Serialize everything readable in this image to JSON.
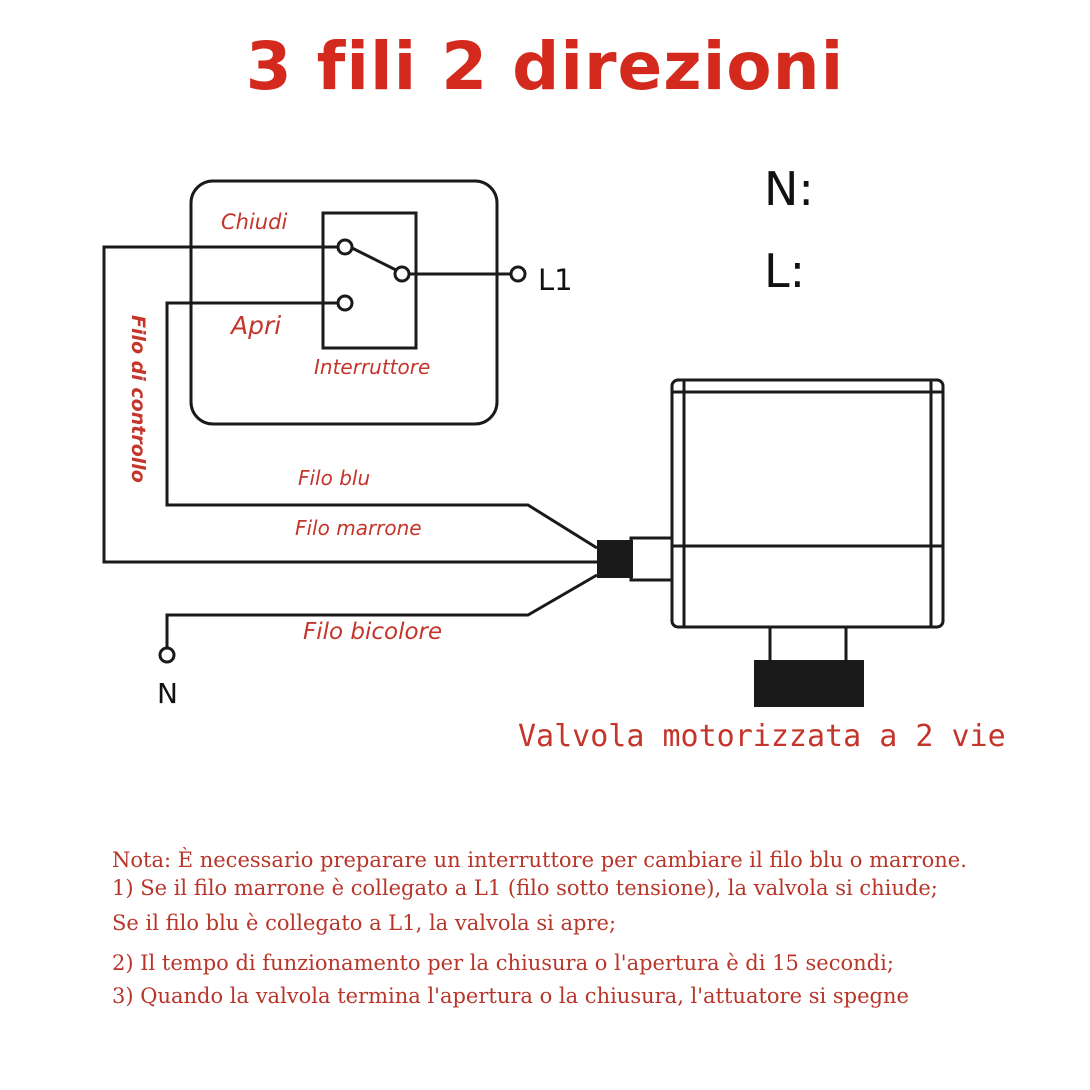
{
  "title": "3 fili 2 direzioni",
  "legend": {
    "n": "N:",
    "l": "L:"
  },
  "switch": {
    "close_label": "Chiudi",
    "open_label": "Apri",
    "name_label": "Interruttore",
    "l1_label": "L1"
  },
  "wires": {
    "control": "Filo di controllo",
    "blue": "Filo blu",
    "brown": "Filo marrone",
    "bicolor": "Filo bicolore",
    "neutral": "N"
  },
  "valve_label": "Valvola motorizzata a 2 vie",
  "notes": [
    "Nota: È necessario preparare un interruttore per cambiare il filo blu o marrone.",
    " 1) Se il filo marrone è collegato a L1 (filo sotto tensione), la valvola si chiude;",
    "Se il filo blu è collegato a L1, la valvola si apre;",
    "2) Il tempo di funzionamento per la chiusura o l'apertura è di 15 secondi;",
    "3) Quando la valvola termina l'apertura o la chiusura, l'attuatore si spegne"
  ]
}
